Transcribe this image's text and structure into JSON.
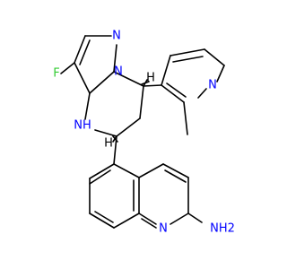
{
  "molecule": {
    "atoms": {
      "fluorine": "F",
      "pyrazole_n1": "N",
      "pyrazole_n2": "N",
      "amine_nh": "NH",
      "pyridine_n": "N",
      "quinoline_n": "N",
      "amino_nh2": "NH2"
    },
    "stereo_marks": {
      "c5": "H",
      "c7": "H"
    },
    "colors": {
      "bond": "#000000",
      "nitrogen": "#0000ff",
      "fluorine": "#33cc33"
    }
  }
}
